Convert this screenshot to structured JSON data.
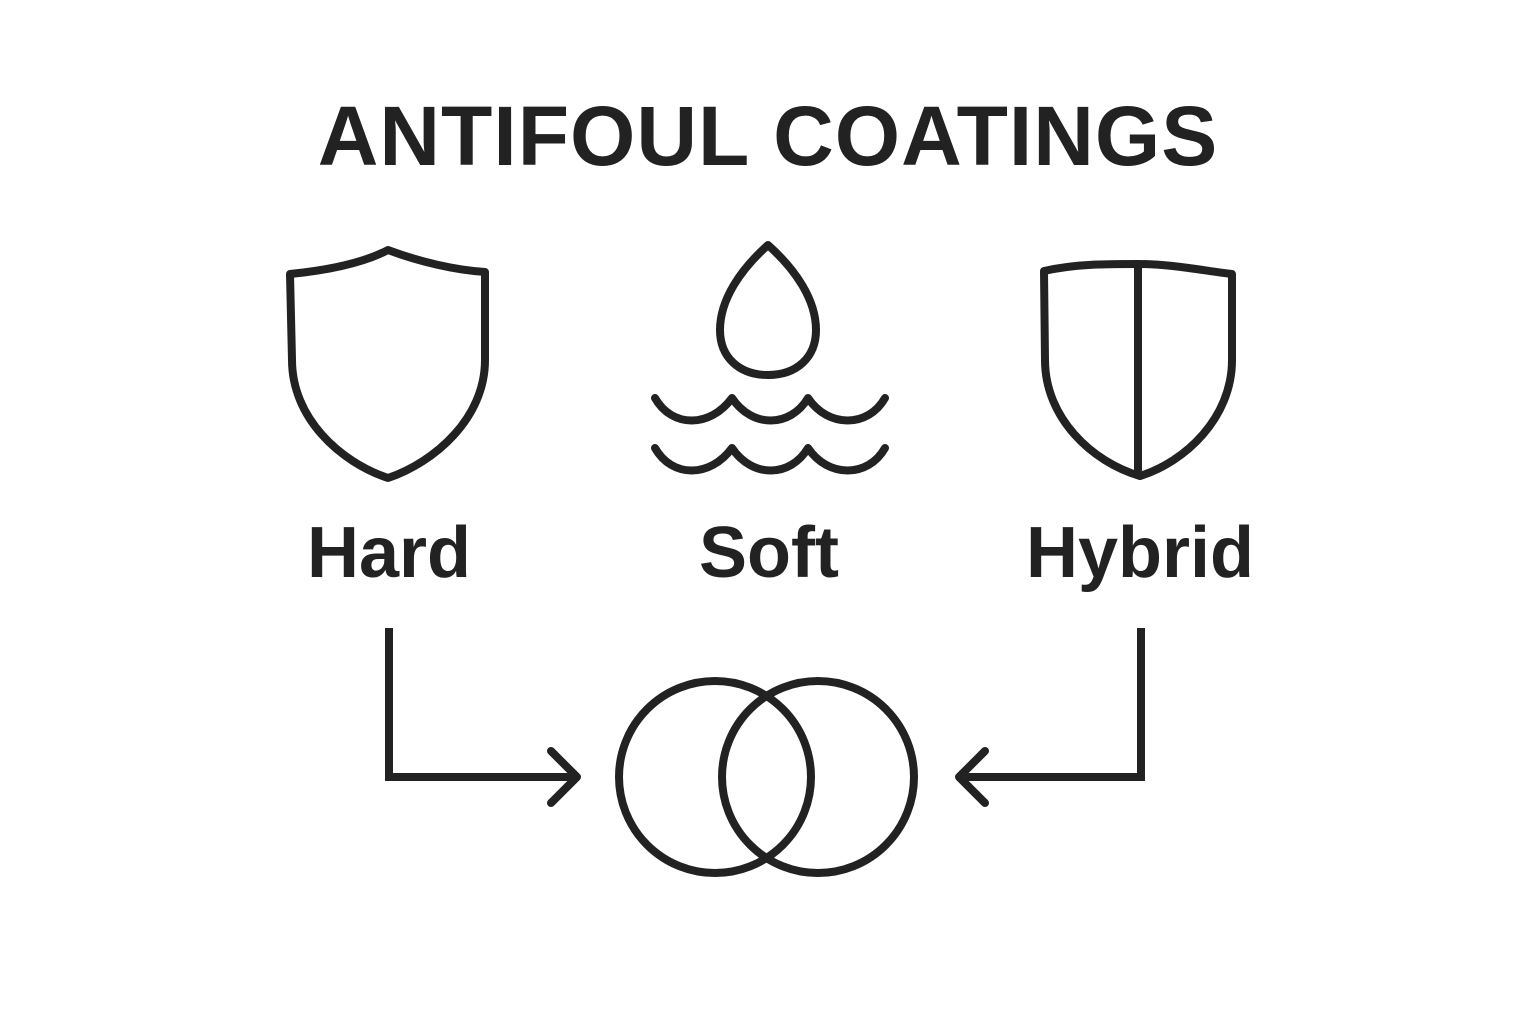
{
  "title": "ANTIFOUL COATINGS",
  "nodes": [
    {
      "id": "hard",
      "label": "Hard",
      "icon": "shield-icon"
    },
    {
      "id": "soft",
      "label": "Soft",
      "icon": "water-drop-waves-icon"
    },
    {
      "id": "hybrid",
      "label": "Hybrid",
      "icon": "split-shield-icon"
    }
  ],
  "result_icon": "overlapping-circles-icon",
  "edges": [
    {
      "from": "hard",
      "to": "overlapping-circles"
    },
    {
      "from": "hybrid",
      "to": "overlapping-circles"
    }
  ],
  "colors": {
    "ink": "#222222",
    "background": "#ffffff"
  }
}
